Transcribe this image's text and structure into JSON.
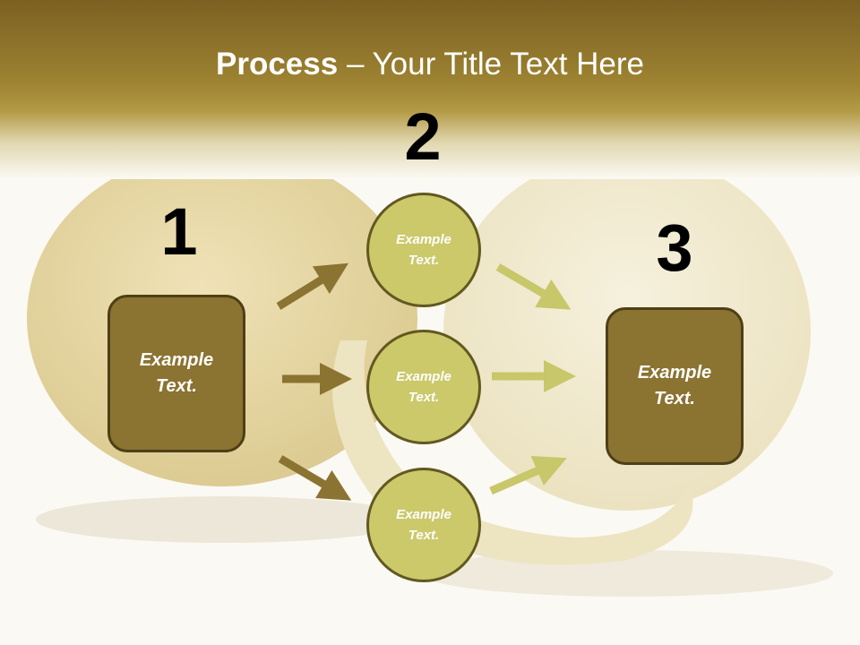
{
  "slide": {
    "title_strong": "Process",
    "title_rest": " – Your Title Text Here"
  },
  "steps": {
    "one": "1",
    "two": "2",
    "three": "3"
  },
  "nodes": {
    "left_box": "Example Text.",
    "circle_top": "Example Text.",
    "circle_middle": "Example Text.",
    "circle_bottom": "Example Text.",
    "right_box": "Example Text."
  },
  "colors": {
    "header_dark": "#7b6022",
    "box_fill": "#8b7331",
    "box_border": "#4e3f16",
    "circle_fill": "#cbc96a",
    "circle_border": "#625820",
    "arrow_left": "#8b7331",
    "arrow_right": "#c8c76a"
  }
}
